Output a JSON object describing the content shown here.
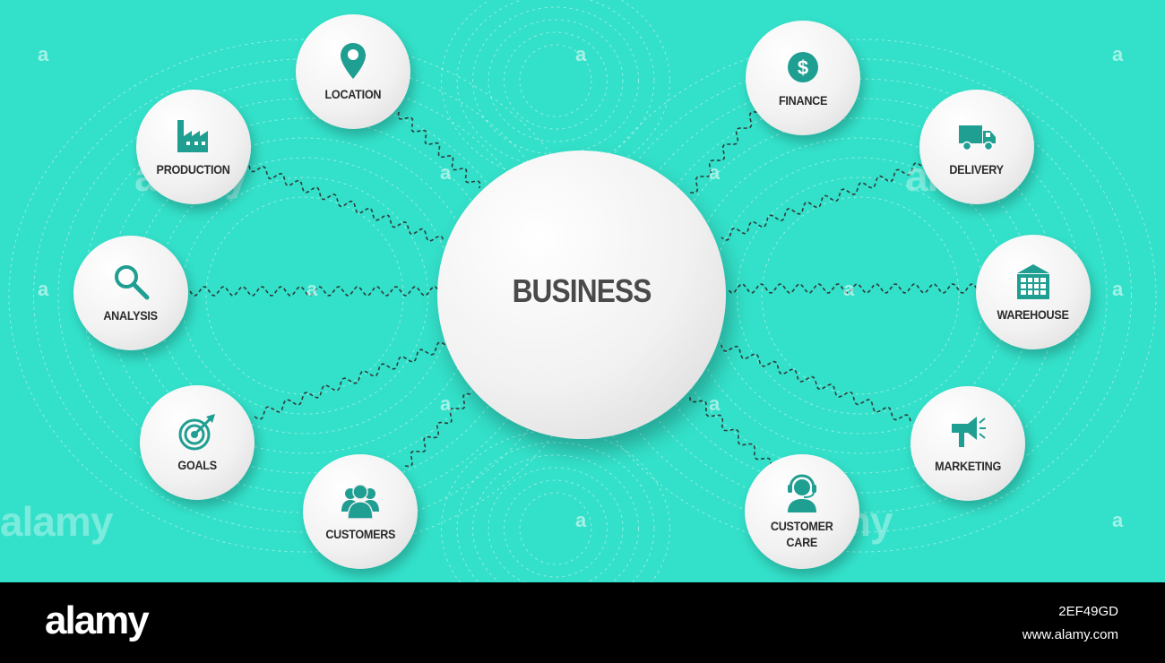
{
  "diagram": {
    "center_label": "BUSINESS",
    "nodes": [
      {
        "label": "LOCATION",
        "icon": "location-pin-icon"
      },
      {
        "label": "PRODUCTION",
        "icon": "factory-icon"
      },
      {
        "label": "ANALYSIS",
        "icon": "magnifier-icon"
      },
      {
        "label": "GOALS",
        "icon": "target-arrow-icon"
      },
      {
        "label": "CUSTOMERS",
        "icon": "people-group-icon"
      },
      {
        "label": "FINANCE",
        "icon": "dollar-coin-icon"
      },
      {
        "label": "DELIVERY",
        "icon": "truck-icon"
      },
      {
        "label": "WAREHOUSE",
        "icon": "warehouse-icon"
      },
      {
        "label": "MARKETING",
        "icon": "megaphone-icon"
      },
      {
        "label": "CUSTOMER\nCARE",
        "icon": "headset-agent-icon"
      }
    ],
    "colors": {
      "background": "#33e0c9",
      "icon": "#1f9e92",
      "text": "#2b2b2b"
    }
  },
  "watermark": {
    "small": "a",
    "large": "alamy"
  },
  "footer": {
    "logo": "alamy",
    "image_id": "2EF49GD",
    "url": "www.alamy.com"
  }
}
